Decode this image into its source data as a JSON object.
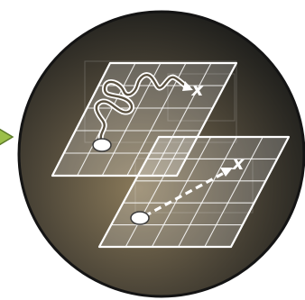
{
  "diagram": {
    "colors": {
      "disc_center": "#8a7a5a",
      "disc_edge": "#1f1f1c",
      "disc_rim": "#141414",
      "plane_fill": "rgba(255,255,255,0.22)",
      "plane_stroke": "#ffffff",
      "grid_stroke": "rgba(255,255,255,0.85)",
      "arrow_color": "#ffffff",
      "pointer_fill": "#9bbf4a",
      "pointer_stroke": "#5c7a2a"
    },
    "planes": [
      {
        "id": "top-plane",
        "path_style": "winding",
        "start_marker": "ellipse",
        "goal_label": "x"
      },
      {
        "id": "bottom-plane",
        "path_style": "straight-dashed",
        "start_marker": "ellipse",
        "goal_label": "x"
      }
    ]
  }
}
